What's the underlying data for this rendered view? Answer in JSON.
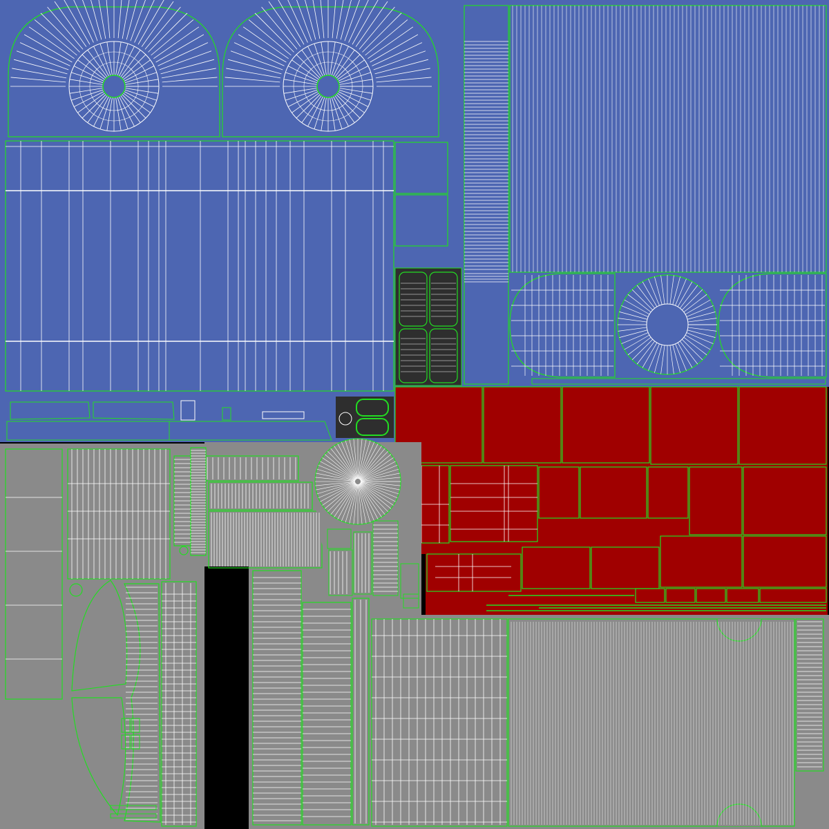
{
  "colors": {
    "background": "#000000",
    "blue_region": "#4d66b2",
    "gray_region": "#8a8a8a",
    "red_region": "#a00000",
    "dark_region": "#2e2e2e",
    "seam": "#22dd22",
    "wire": "#ffffff"
  },
  "regions": [
    "blue-shells",
    "gray-panels",
    "red-panels",
    "dark-buttons"
  ]
}
